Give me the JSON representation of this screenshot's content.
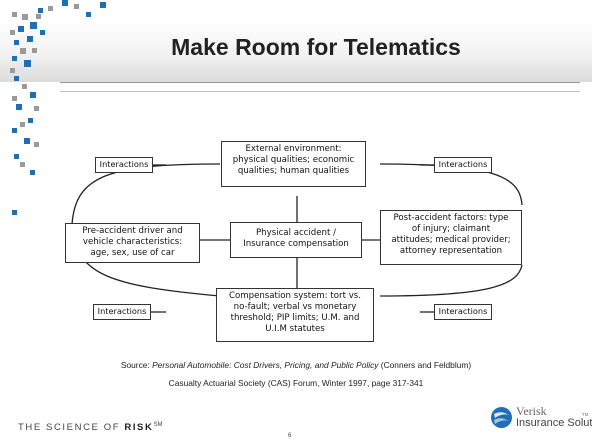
{
  "slide": {
    "title": "Make Room for Telematics",
    "page_number": "6"
  },
  "diagram": {
    "external_environment": [
      "External environment:",
      "physical qualities; economic",
      "qualities; human qualities"
    ],
    "pre_accident": [
      "Pre-accident driver and",
      "vehicle characteristics:",
      "age, sex, use of car"
    ],
    "physical_accident": [
      "Physical accident /",
      "Insurance compensation"
    ],
    "post_accident": [
      "Post-accident factors: type",
      "of injury; claimant",
      "attitudes; medical provider;",
      "attorney representation"
    ],
    "compensation_system": [
      "Compensation system: tort vs.",
      "no-fault; verbal vs monetary",
      "threshold; PIP limits; U.M. and",
      "U.I.M statutes"
    ],
    "interactions": [
      "Interactions",
      "Interactions",
      "Interactions",
      "Interactions"
    ]
  },
  "source": {
    "prefix": "Source:",
    "title": "Personal Automobile: Cost Drivers, Pricing, and Public Policy",
    "authors": "(Conners and Feldblum)",
    "line2": "Casualty Actuarial Society (CAS) Forum, Winter 1997, page 317-341"
  },
  "footer": {
    "tagline_prefix": "THE SCIENCE OF",
    "tagline_bold": "RISK",
    "tagline_sm": "SM"
  },
  "logo": {
    "name": "Verisk",
    "subtitle": "Insurance Solutions",
    "tm": "TM"
  },
  "colors": {
    "accent_blue": "#1f6fb5",
    "deco_gray": "#9a9a9a"
  }
}
